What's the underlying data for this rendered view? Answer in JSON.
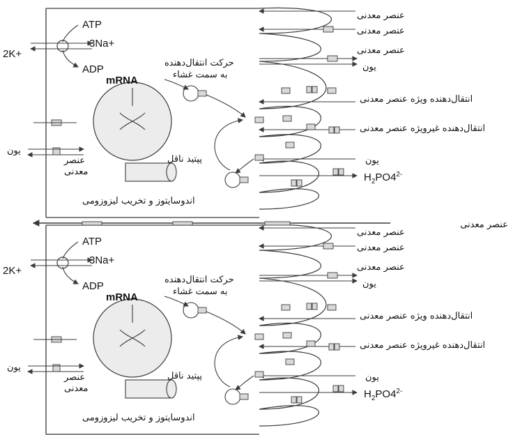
{
  "colors": {
    "line": "#3a3a3a",
    "transporter_fill": "#d9d9d9",
    "cell_fill": "#ececec",
    "background": "#ffffff"
  },
  "panels": [
    {
      "atp": "ATP",
      "na": "3Na+",
      "k": "2K+",
      "adp": "ADP",
      "mrna": "mRNA",
      "vesicle_to_membrane": [
        "حرکت انتقال‌دهنده",
        "به سمت غشاء"
      ],
      "ion_left": "یون",
      "mineral_left": [
        "عنصر",
        "معدنی"
      ],
      "carrier_peptide": "پپتید ناقل",
      "endocytosis": "اندوسایتوز و تخریب لیزوزومی",
      "right_labels": {
        "mineral_1": "عنصر معدنی",
        "mineral_2": "عنصر معدنی",
        "mineral_3": "عنصر معدنی",
        "ion_1": "یون",
        "specific": "انتقال‌دهنده ویژه عنصر معدنی",
        "nonspecific": "انتقال‌دهنده غیرویژه عنصر معدنی",
        "ion_2": "یون",
        "phosphate_base": "H",
        "phosphate_sub": "2",
        "phosphate_rest": "PO4",
        "phosphate_sup": "2-"
      }
    },
    {
      "atp": "ATP",
      "na": "3Na+",
      "k": "2K+",
      "adp": "ADP",
      "mrna": "mRNA",
      "vesicle_to_membrane": [
        "حرکت انتقال‌دهنده",
        "به سمت غشاء"
      ],
      "ion_left": "یون",
      "mineral_left": [
        "عنصر",
        "معدنی"
      ],
      "carrier_peptide": "پپتید ناقل",
      "endocytosis": "اندوسایتوز و تخریب لیزوزومی",
      "right_labels": {
        "mineral_1": "عنصر معدنی",
        "mineral_2": "عنصر معدنی",
        "mineral_3": "عنصر معدنی",
        "ion_1": "یون",
        "specific": "انتقال‌دهنده ویژه عنصر معدنی",
        "nonspecific": "انتقال‌دهنده غیرویژه عنصر معدنی",
        "ion_2": "یون",
        "phosphate_base": "H",
        "phosphate_sub": "2",
        "phosphate_rest": "PO4",
        "phosphate_sup": "2-"
      }
    }
  ],
  "middle_label": "عنصر معدنی"
}
